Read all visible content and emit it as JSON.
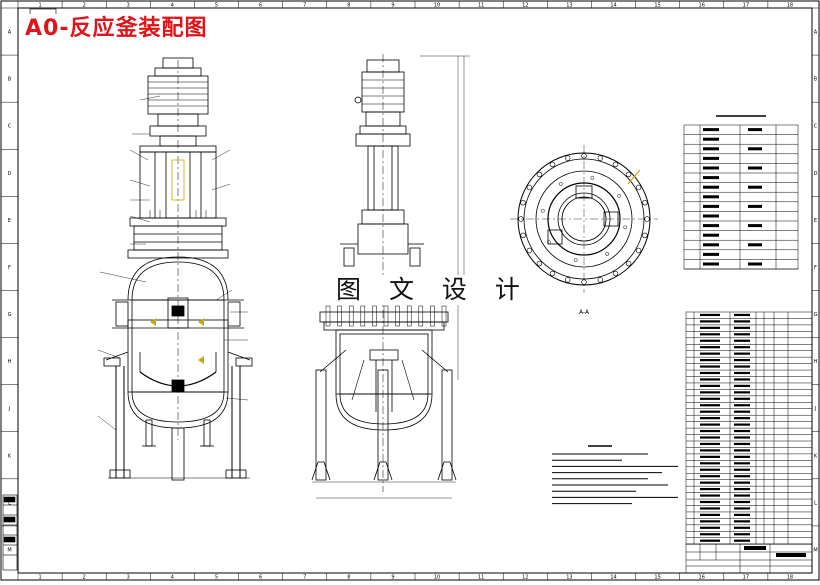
{
  "drawing": {
    "title": "A0-反应釜装配图",
    "watermark": "图 文 设 计",
    "section_label": "A-A"
  },
  "border": {
    "top_numbers": [
      "1",
      "2",
      "3",
      "4",
      "5",
      "6",
      "7",
      "8",
      "9",
      "10",
      "11",
      "12",
      "13",
      "14",
      "15",
      "16",
      "17",
      "18"
    ],
    "side_letters": [
      "A",
      "B",
      "C",
      "D",
      "E",
      "F",
      "G",
      "H",
      "J",
      "K",
      "L",
      "M"
    ]
  },
  "colors": {
    "line": "#000000",
    "title_red": "#e0141a",
    "weld_yellow": "#c9a800"
  }
}
